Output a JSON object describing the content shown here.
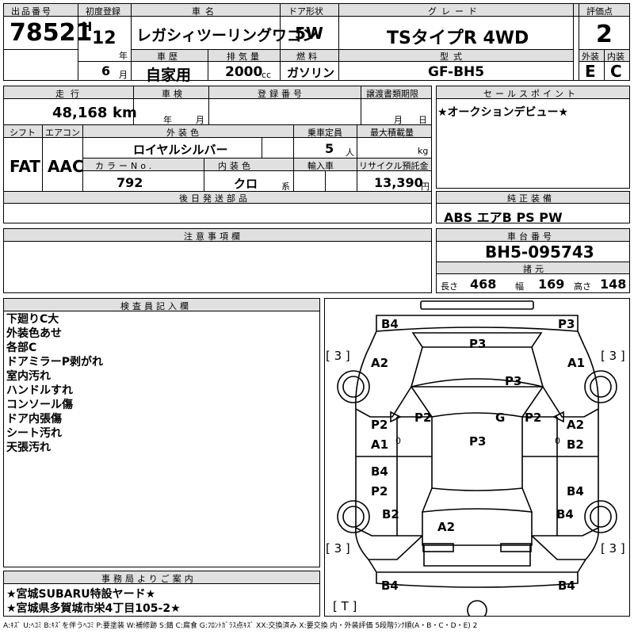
{
  "lot": {
    "label": "出品番号",
    "value": "78521"
  },
  "first_reg": {
    "label": "初度登録",
    "era": "H",
    "year": "12",
    "year_unit": "年",
    "month": "6",
    "month_unit": "月"
  },
  "car_name": {
    "label": "車名",
    "value": "レガシィツーリングワゴン"
  },
  "door": {
    "label": "ドア形状",
    "value": "5W"
  },
  "grade": {
    "label": "グレード",
    "value": "TSタイプR 4WD"
  },
  "score": {
    "label": "評価点",
    "value": "2"
  },
  "history": {
    "label": "車歴",
    "value": "自家用"
  },
  "displacement": {
    "label": "排気量",
    "value": "2000",
    "unit": "cc"
  },
  "fuel": {
    "label": "燃料",
    "value": "ガソリン"
  },
  "model": {
    "label": "型式",
    "value": "GF-BH5"
  },
  "exterior": {
    "label": "外装",
    "value": "E"
  },
  "interior": {
    "label": "内装",
    "value": "C"
  },
  "mileage": {
    "label": "走行",
    "value": "48,168",
    "unit": "km"
  },
  "inspection": {
    "label": "車検",
    "year_unit": "年",
    "month_unit": "月"
  },
  "registration": {
    "label": "登録番号"
  },
  "transfer": {
    "label": "譲渡書類期限",
    "month_unit": "月",
    "day_unit": "日"
  },
  "shift": {
    "label": "シフト",
    "value": "FAT"
  },
  "aircon": {
    "label": "エアコン",
    "value": "AAC"
  },
  "ext_color": {
    "label": "外装色",
    "value": "ロイヤルシルバー"
  },
  "capacity": {
    "label": "乗車定員",
    "value": "5",
    "unit": "人"
  },
  "max_load": {
    "label": "最大積載量",
    "unit": "kg"
  },
  "color_no": {
    "label": "カラーNo.",
    "value": "792"
  },
  "int_color": {
    "label": "内装色",
    "value": "クロ",
    "suffix": "系"
  },
  "import": {
    "label": "輸入車"
  },
  "recycle": {
    "label": "リサイクル預託金",
    "value": "13,390",
    "unit": "円"
  },
  "sales_point": {
    "label": "セールスポイント",
    "value": "★オークションデビュー★"
  },
  "later_parts": {
    "label": "後日発送部品"
  },
  "genuine_equip": {
    "label": "純正装備",
    "value": "ABS エアB PS PW"
  },
  "cautions": {
    "label": "注意事項欄"
  },
  "chassis": {
    "label": "車台番号",
    "value": "BH5-095743"
  },
  "specs": {
    "label": "諸元",
    "length_label": "長さ",
    "length": "468",
    "width_label": "幅",
    "width": "169",
    "height_label": "高さ",
    "height": "148"
  },
  "inspector": {
    "label": "検査員記入欄",
    "notes": [
      "下廻りC大",
      "外装色あせ",
      "各部C",
      "ドアミラーP剥がれ",
      "室内汚れ",
      "ハンドルすれ",
      "コンソール傷",
      "ドア内張傷",
      "シート汚れ",
      "天張汚れ"
    ]
  },
  "office": {
    "label": "事務局よりご案内",
    "lines": [
      "★宮城SUBARU特設ヤード★",
      "★宮城県多賀城市栄4丁目105-2★"
    ]
  },
  "diagram": {
    "marks": {
      "front_left_bumper": "B4",
      "front_right_bumper": "P3",
      "hood_top": "P3",
      "hood": "P3",
      "left_front_fender": "A2",
      "right_front_fender": "A1",
      "left_a_pillar": "P2",
      "right_a_pillar": "P2",
      "roof_g": "G",
      "roof": "P3",
      "left_front_door_1": "P2",
      "left_front_door_2": "A1",
      "right_front_door_1": "A2",
      "right_front_door_2": "B2",
      "left_rear_door_1": "B4",
      "left_rear_door_2": "P2",
      "left_rear_fender": "B2",
      "right_rear_fender": "B4",
      "right_rear_door": "B4",
      "rear_gate": "A2",
      "rear_left_bumper": "B4",
      "rear_right_bumper": "B4",
      "tyre_fl": "[ 3 ]",
      "tyre_fr": "[ 3 ]",
      "tyre_rl": "[ 3 ]",
      "tyre_rr": "[ 3 ]",
      "spare": "[ T ]",
      "small_0_left": "0",
      "small_0_right": "0"
    }
  },
  "legend": "A:ｷｽﾞ U:ﾍｺﾐ B:ｷｽﾞを伴うﾍｺﾐ P:要塗装 W:補修跡 S:錆 C:腐食 G:ﾌﾛﾝﾄｶﾞﾗｽ点ｷｽﾞ XX:交換済み X:要交換 内・外装評価 5段階ﾗﾝｸ順(A・B・C・D・E) 2"
}
